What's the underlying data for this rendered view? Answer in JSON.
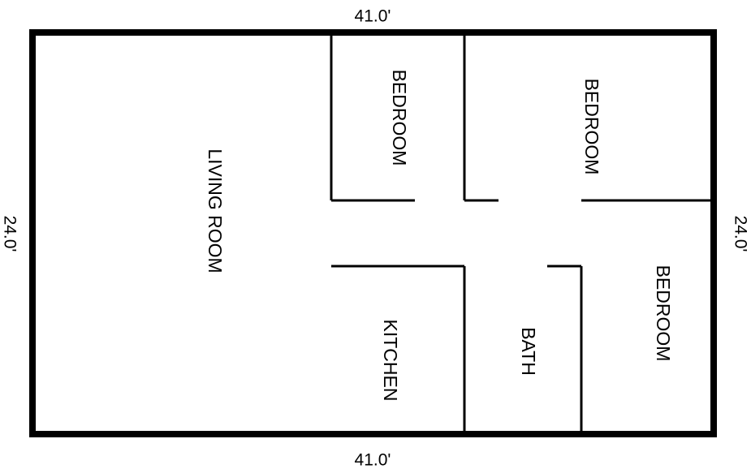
{
  "colors": {
    "background": "#ffffff",
    "walls": "#000000",
    "text": "#000000"
  },
  "dimensions": {
    "top": "41.0'",
    "bottom": "41.0'",
    "left": "24.0'",
    "right": "24.0'"
  },
  "rooms": {
    "living_room": "LIVING ROOM",
    "bedroom_1": "BEDROOM",
    "bedroom_2": "BEDROOM",
    "bedroom_3": "BEDROOM",
    "kitchen": "KITCHEN",
    "bath": "BATH"
  }
}
